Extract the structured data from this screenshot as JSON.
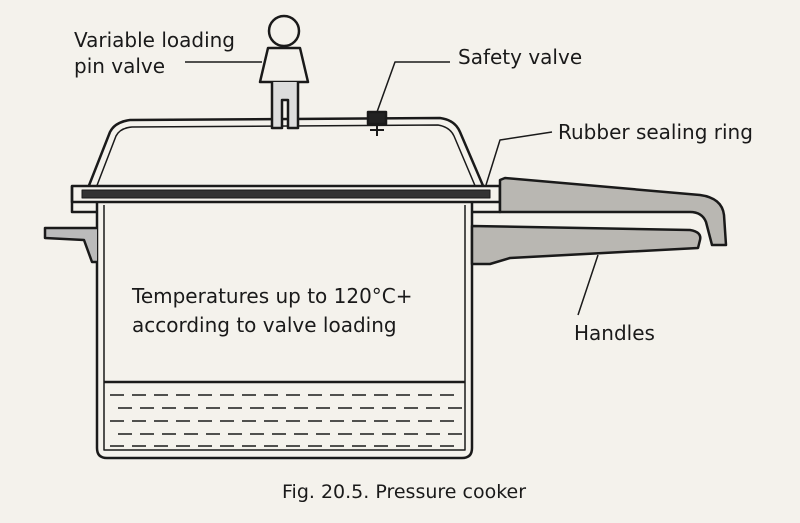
{
  "labels": {
    "valve_line1": "Variable loading",
    "valve_line2": "pin valve",
    "safety_valve": "Safety valve",
    "sealing_ring": "Rubber sealing ring",
    "handles": "Handles",
    "temp_line1": "Temperatures up to 120°C+",
    "temp_line2": "according to valve loading"
  },
  "caption": "Fig. 20.5. Pressure cooker"
}
